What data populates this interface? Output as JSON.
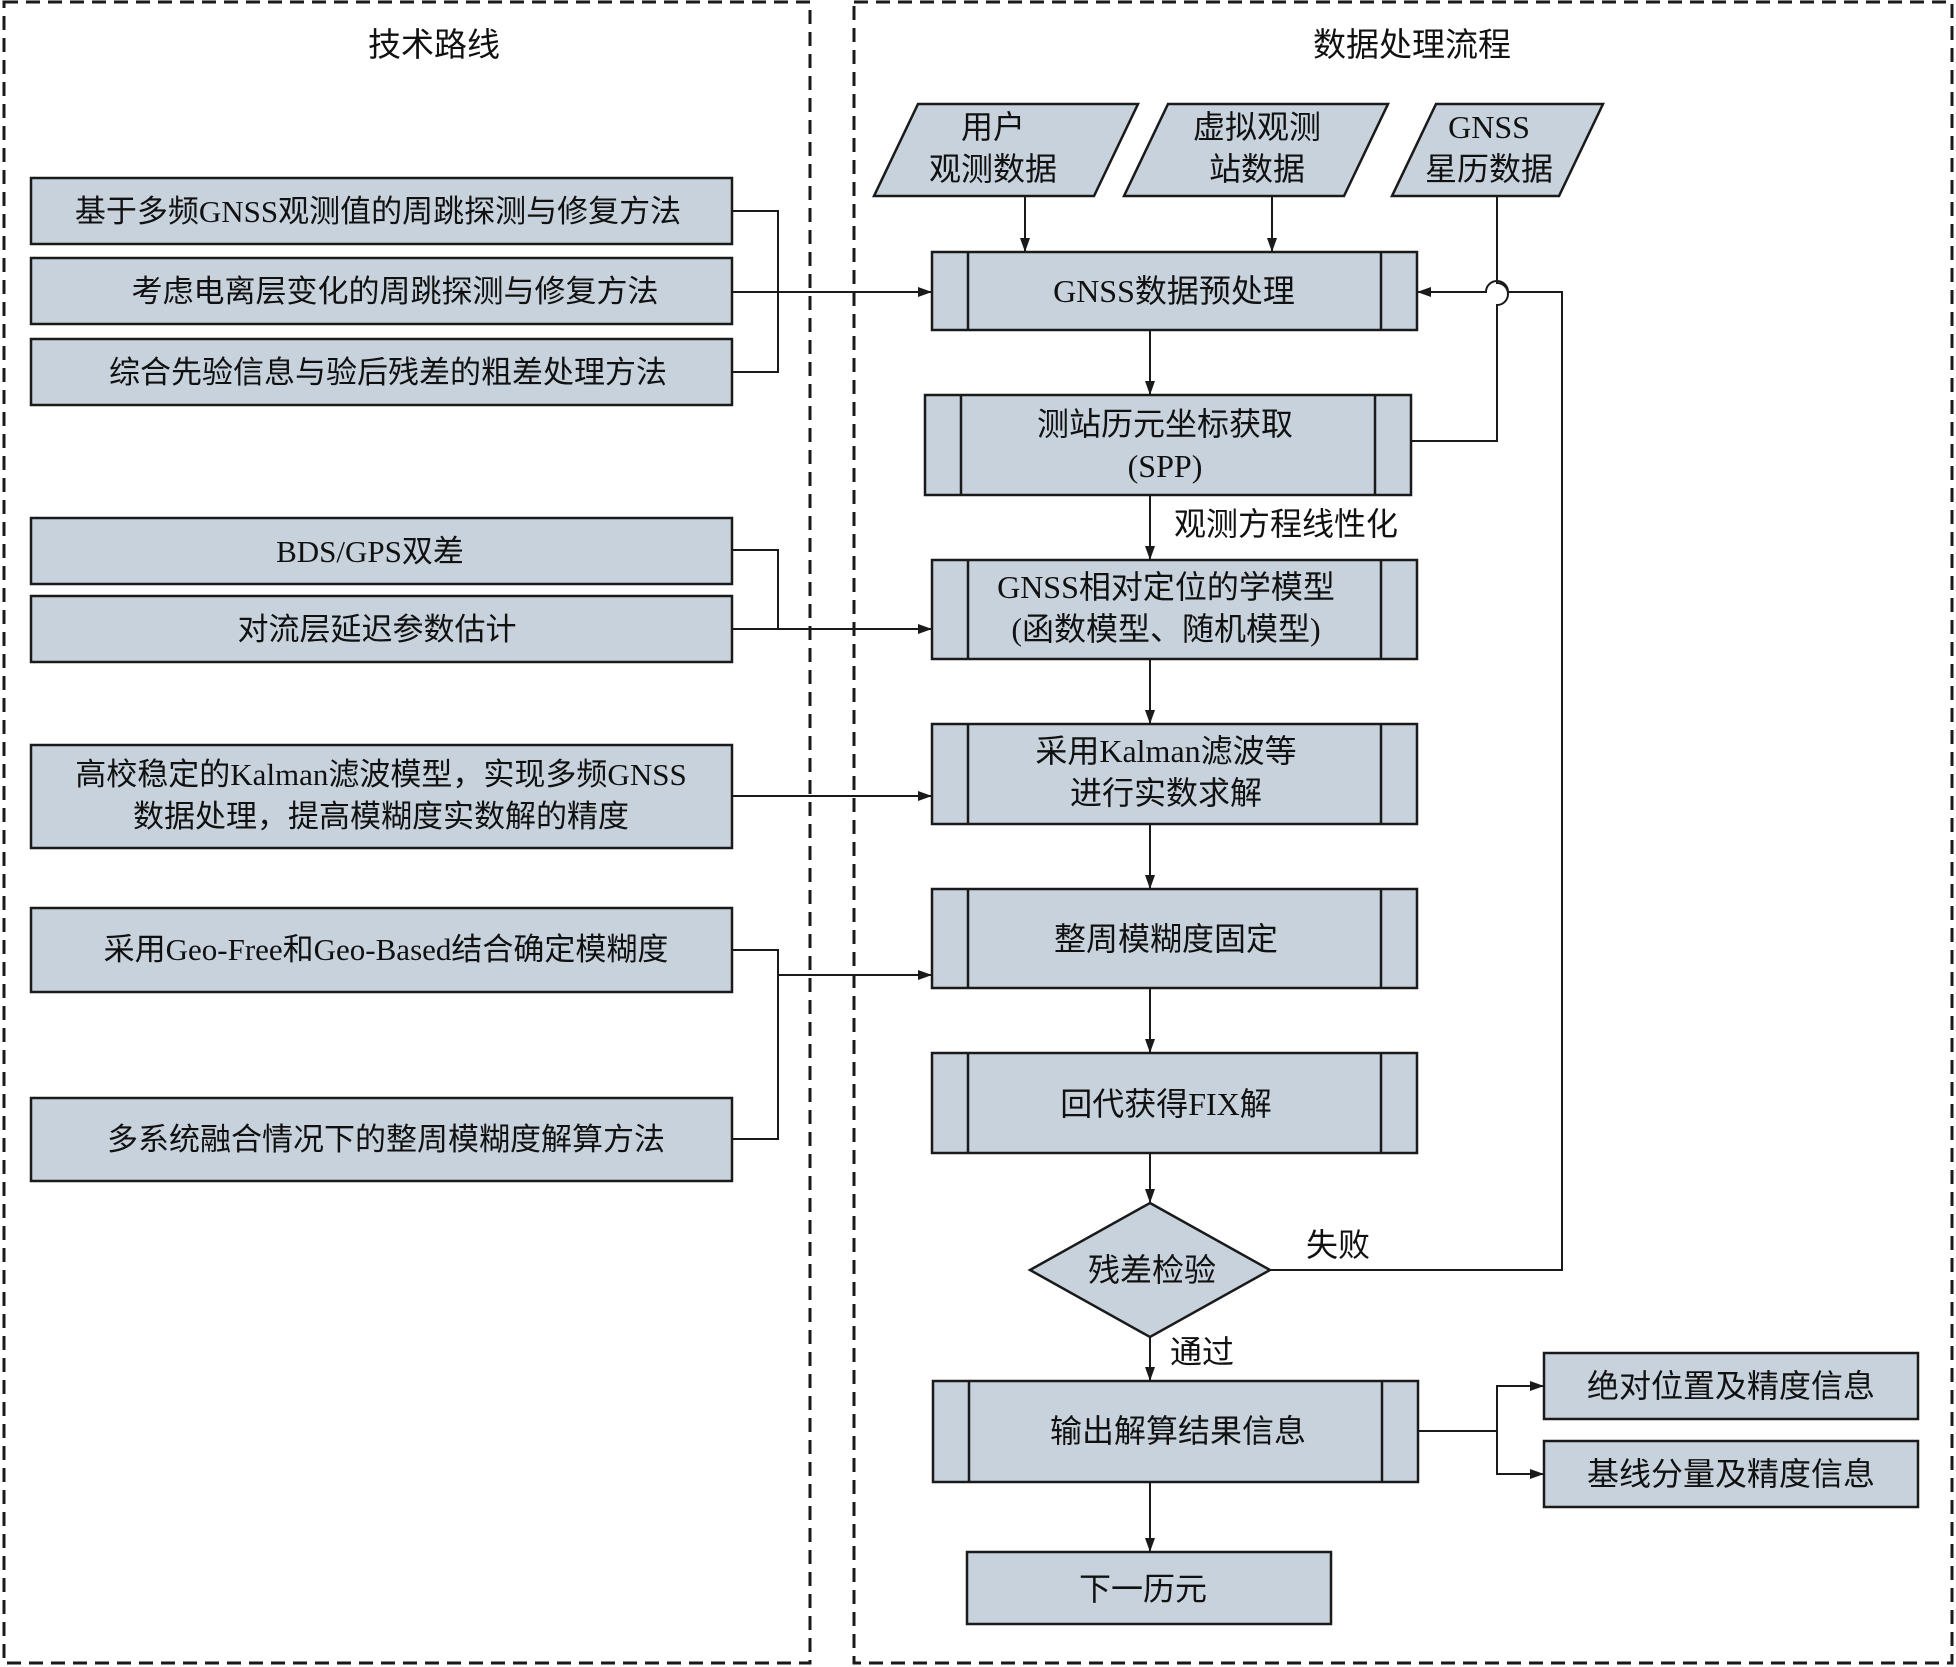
{
  "panels": {
    "left_title": "技术路线",
    "right_title": "数据处理流程"
  },
  "inputs": {
    "user_obs": [
      "用户",
      "观测数据"
    ],
    "virtual_obs": [
      "虚拟观测",
      "站数据"
    ],
    "ephemeris": [
      "GNSS",
      "星历数据"
    ]
  },
  "flow": {
    "preprocess": "GNSS数据预处理",
    "spp": [
      "测站历元坐标获取",
      "(SPP)"
    ],
    "linearize": "观测方程线性化",
    "model": [
      "GNSS相对定位的学模型",
      "(函数模型、随机模型)"
    ],
    "kalman": [
      "采用Kalman滤波等",
      "进行实数求解"
    ],
    "ambiguity_fix": "整周模糊度固定",
    "fix_solution": "回代获得FIX解",
    "residual_check": "残差检验",
    "fail": "失败",
    "pass": "通过",
    "output": "输出解算结果信息",
    "next_epoch": "下一历元",
    "abs_position": "绝对位置及精度信息",
    "baseline": "基线分量及精度信息"
  },
  "methods": {
    "m1": "基于多频GNSS观测值的周跳探测与修复方法",
    "m2": "考虑电离层变化的周跳探测与修复方法",
    "m3": "综合先验信息与验后残差的粗差处理方法",
    "m4": "BDS/GPS双差",
    "m5": "对流层延迟参数估计",
    "m6": [
      "高校稳定的Kalman滤波模型，实现多频GNSS",
      "数据处理，提高模糊度实数解的精度"
    ],
    "m7": "采用Geo-Free和Geo-Based结合确定模糊度",
    "m8": "多系统融合情况下的整周模糊度解算方法"
  },
  "colors": {
    "box_fill": "#c7d2dc",
    "stroke": "#1a1a1a"
  }
}
